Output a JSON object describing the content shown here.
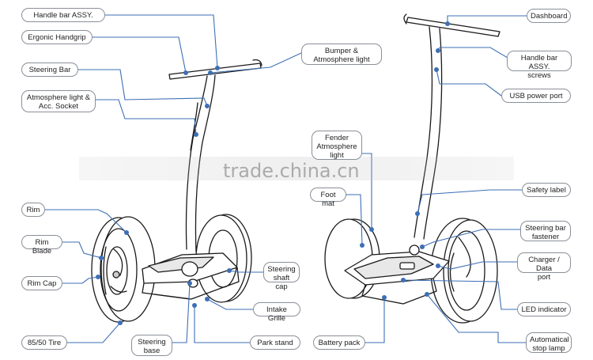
{
  "left_labels": {
    "handle_bar_assy": "Handle bar ASSY.",
    "ergonic_handgrip": "Ergonic Handgrip",
    "steering_bar": "Steering Bar",
    "atmosphere_socket": "Atmosphere light &\nAcc. Socket",
    "rim": "Rim",
    "rim_blade": "Rim Blade",
    "rim_cap": "Rim Cap",
    "tire": "85/50 Tire",
    "steering_base": "Steering\nbase",
    "bumper_light": "Bumper &\nAtmosphere light",
    "steering_shaft_cap": "Steering\nshaft cap",
    "intake_grille": "Intake Grille",
    "park_stand": "Park stand"
  },
  "right_labels": {
    "dashboard": "Dashboard",
    "handle_bar_screws": "Handle bar ASSY.\nscrews",
    "usb_port": "USB power port",
    "fender_light": "Fender\nAtmosphere\nlight",
    "foot_mat": "Foot mat",
    "safety_label": "Safety label",
    "steering_bar_fastener": "Steering bar\nfastener",
    "charger_port": "Charger / Data\nport",
    "led_indicator": "LED indicator",
    "battery_pack": "Battery pack",
    "stop_lamp": "Automatical\nstop lamp"
  },
  "watermark": "trade.china.cn",
  "colors": {
    "leader": "#3d6fb6",
    "outline": "#1a1a1a",
    "label_border": "#8a8f98"
  }
}
